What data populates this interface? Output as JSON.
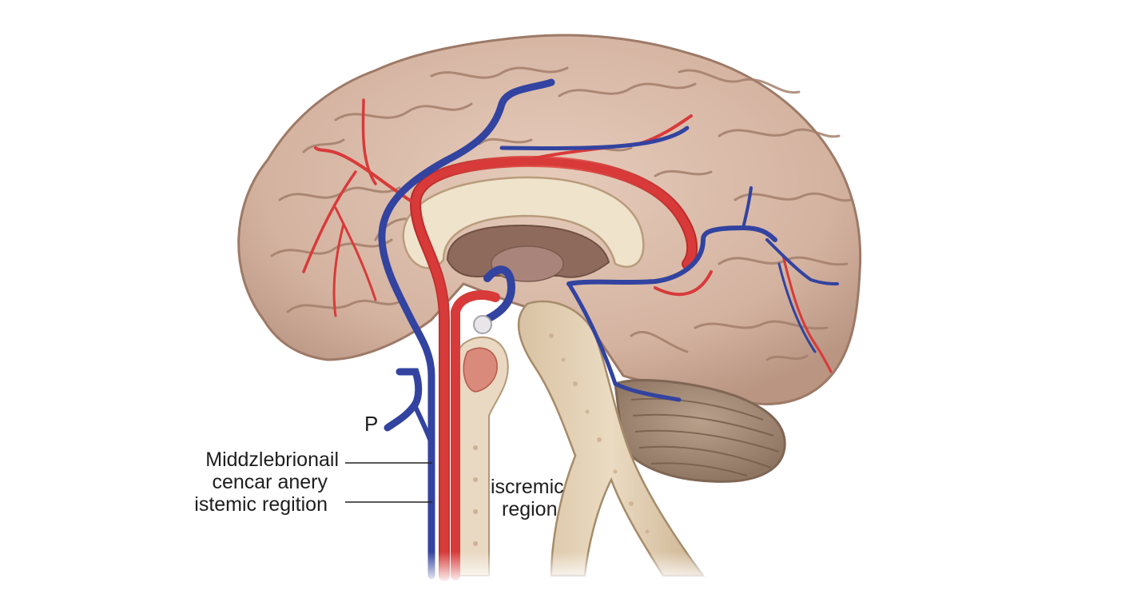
{
  "labels": {
    "p_marker": "P",
    "left_line1": "Middzlebrionail",
    "left_line2": "cencar anery",
    "left_line3": "istemic regition",
    "right_line1": "iscremic",
    "right_line2": "region"
  },
  "colors": {
    "background": "#ffffff",
    "brain_tissue": "#d7b8a6",
    "brain_sulci": "#a9836f",
    "artery_red": "#d83a3a",
    "vein_blue": "#3243a0",
    "brainstem": "#e3d0b5",
    "corpus_callosum": "#efe3cc",
    "cerebellum": "#a9907c",
    "label_text": "#1e1e1e"
  }
}
